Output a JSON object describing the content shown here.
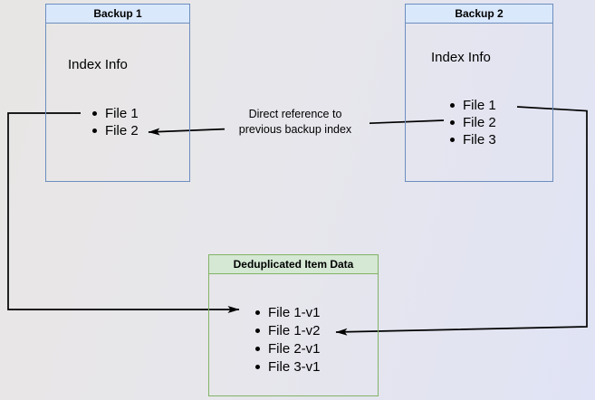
{
  "colors": {
    "blue_fill": "#dae8fc",
    "blue_border": "#6c8ebf",
    "green_fill": "#d5e8d4",
    "green_border": "#82b366",
    "line": "#000000"
  },
  "backup1": {
    "title": "Backup 1",
    "subtitle": "Index Info",
    "items": [
      "File 1",
      "File 2"
    ]
  },
  "backup2": {
    "title": "Backup 2",
    "subtitle": "Index Info",
    "items": [
      "File 1",
      "File 2",
      "File 3"
    ]
  },
  "dedup": {
    "title": "Deduplicated Item Data",
    "items": [
      "File 1-v1",
      "File 1-v2",
      "File 2-v1",
      "File 3-v1"
    ]
  },
  "annotations": {
    "direct_reference_line1": "Direct reference to",
    "direct_reference_line2": "previous backup index"
  },
  "edges": [
    {
      "from": "Backup 2 / File 2",
      "to": "Backup 1 / File 2",
      "label": "Direct reference to previous backup index"
    },
    {
      "from": "Backup 1 / File 1",
      "to": "Deduplicated Item Data / File 1-v1",
      "label": ""
    },
    {
      "from": "Backup 2 / File 1",
      "to": "Deduplicated Item Data / File 1-v2",
      "label": ""
    }
  ]
}
